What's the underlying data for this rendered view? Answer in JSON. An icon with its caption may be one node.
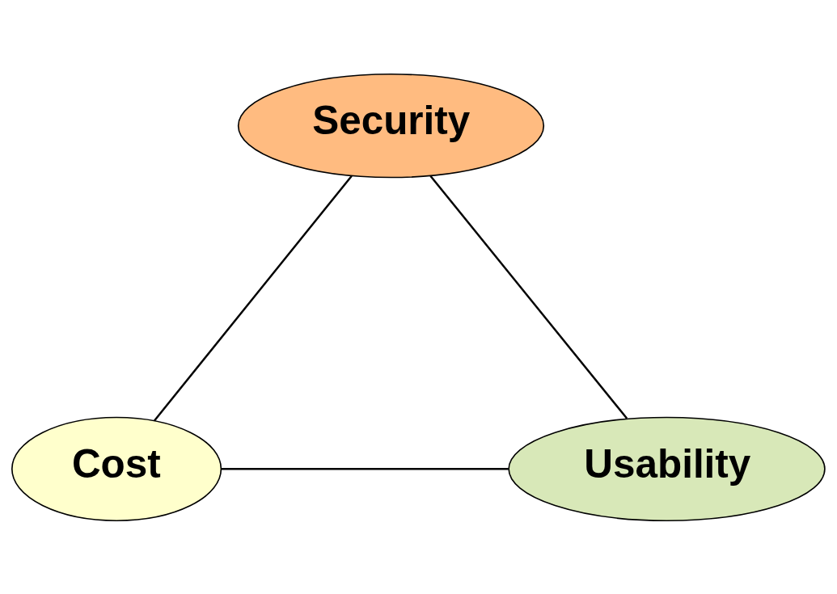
{
  "diagram": {
    "nodes": [
      {
        "text": [
          "Security"
        ]
      },
      {
        "text": [
          "Cost"
        ]
      },
      {
        "text": [
          "Usability"
        ]
      }
    ],
    "edges": [
      {
        "from": 0,
        "to": 1,
        "arrow": "none"
      },
      {
        "from": 0,
        "to": 2,
        "arrow": "none"
      },
      {
        "from": 1,
        "to": 2,
        "arrow": "none"
      }
    ]
  }
}
